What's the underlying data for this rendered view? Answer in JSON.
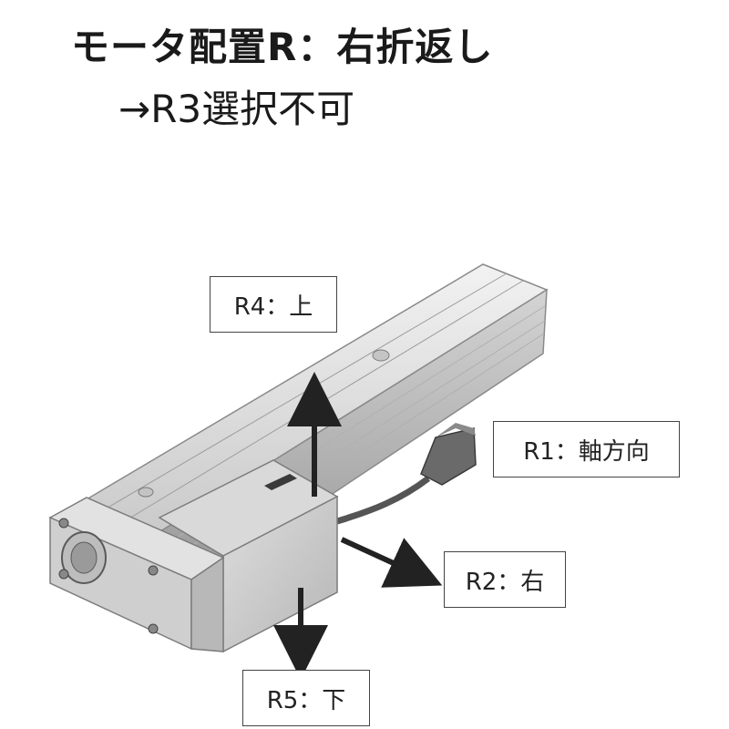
{
  "header": {
    "title": "モータ配置R：右折返し",
    "subtitle": "→R3選択不可"
  },
  "labels": {
    "r4": "R4：上",
    "r1": "R1：軸方向",
    "r2": "R2：右",
    "r5": "R5：下"
  },
  "colors": {
    "text": "#1a1a1a",
    "body_light": "#e6e6e6",
    "body_mid": "#cfcfcf",
    "body_dark": "#a9a9a9",
    "arrow": "#222222"
  }
}
